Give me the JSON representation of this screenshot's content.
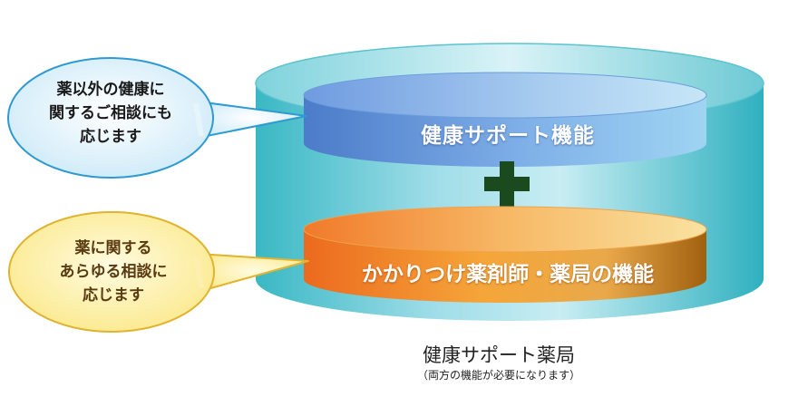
{
  "diagram": {
    "top_band_label": "健康サポート機能",
    "bottom_band_label": "かかりつけ薬剤師・薬局の機能",
    "plus_symbol": "+",
    "caption": "健康サポート薬局",
    "caption_note": "（両方の機能が必要になります）"
  },
  "bubbles": {
    "top": {
      "lines": [
        "薬以外の健康に",
        "関するご相談にも",
        "応じます"
      ]
    },
    "bottom": {
      "lines": [
        "薬に関する",
        "あらゆる相談に",
        "応じます"
      ]
    }
  },
  "colors": {
    "outer_cylinder": "#3cc0cc",
    "top_band": "#5a8fd6",
    "bottom_band": "#f08a24",
    "plus": "#1b4a1f",
    "top_bubble_fill": "#dff3fb",
    "bottom_bubble_fill": "#fdf3b8"
  }
}
